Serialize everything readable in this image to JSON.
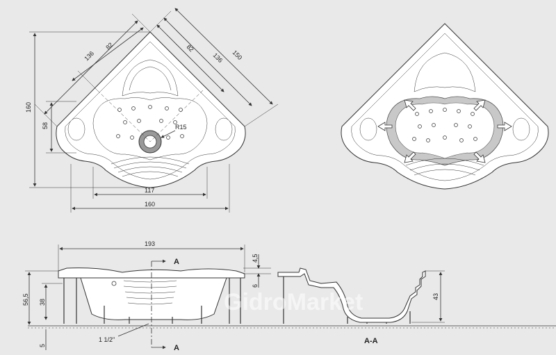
{
  "top_view": {
    "dim_136_left": "136",
    "dim_82_left": "82",
    "dim_82_right": "82",
    "dim_136_right": "136",
    "dim_150": "150",
    "dim_160_vertical": "160",
    "dim_58": "58",
    "dim_R15": "R15",
    "dim_117": "117",
    "dim_160_horizontal": "160"
  },
  "front_view": {
    "dim_193": "193",
    "dim_56_5": "56,5",
    "dim_38": "38",
    "dim_5": "5",
    "dim_drain": "1 1/2\"",
    "section_mark_top": "A",
    "section_mark_bottom": "A"
  },
  "section_view": {
    "dim_4_5": "4,5",
    "dim_6": "6",
    "dim_43": "43",
    "label": "A-A"
  },
  "watermark": "GidroMarket",
  "colors": {
    "background": "#e9e9e9",
    "line": "#333333",
    "fill": "#ffffff",
    "massage_zone": "#c8c8c8"
  }
}
